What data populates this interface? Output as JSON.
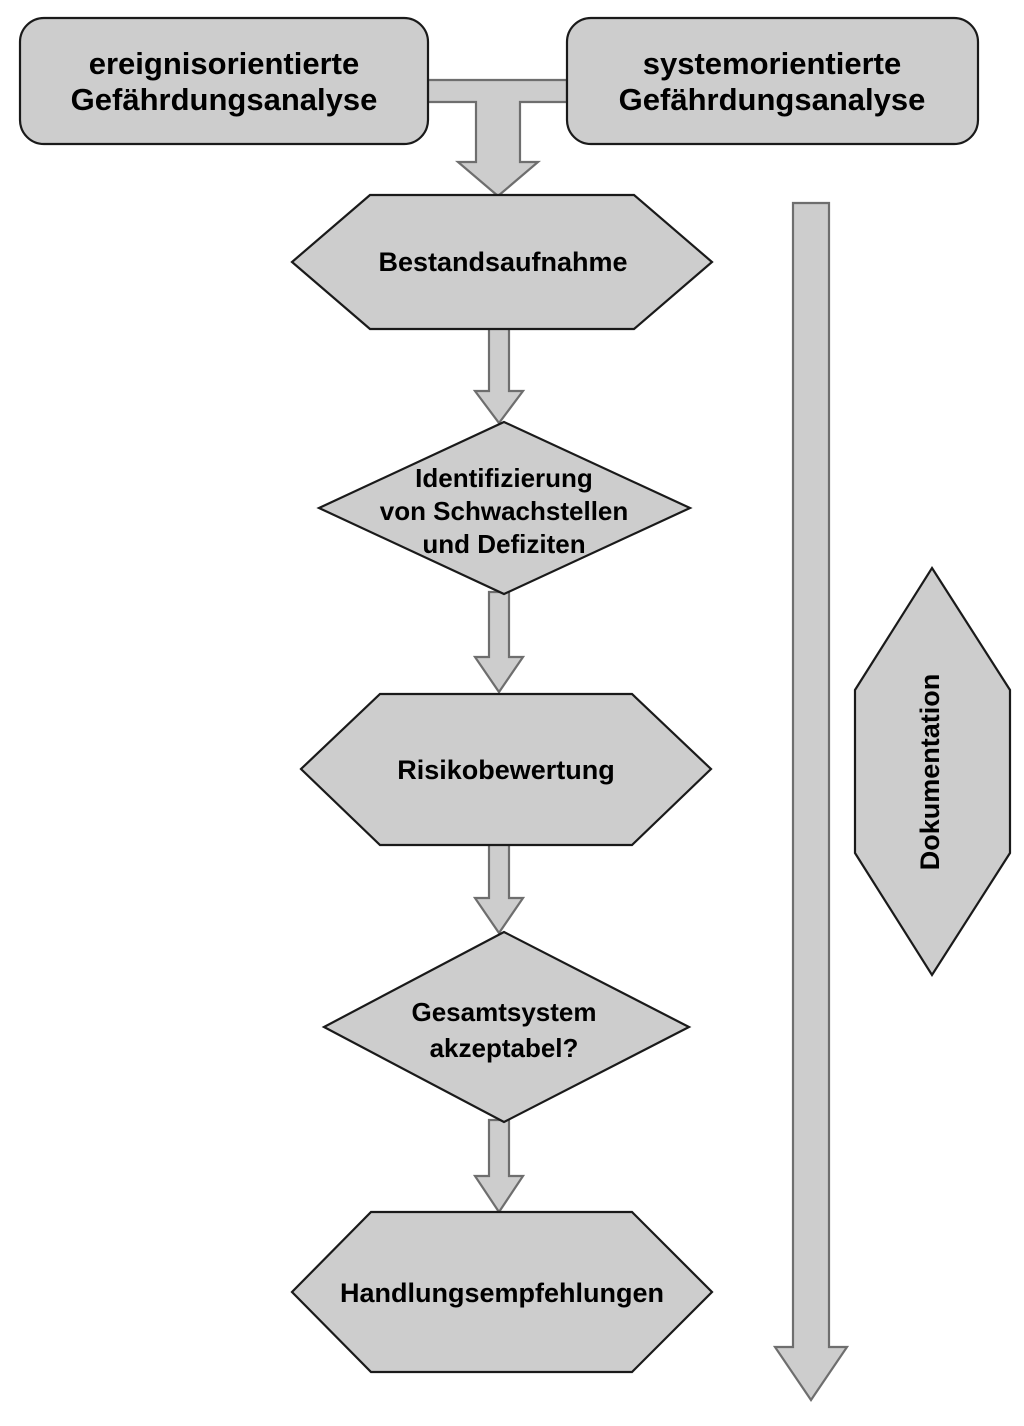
{
  "diagram": {
    "title": "Gefaehrdungsanalyse Ablaufdiagramm",
    "colors": {
      "shape_fill": "#cdcdcd",
      "shape_stroke": "#1a1a1a",
      "arrow_stroke": "#6e6e6e",
      "background": "#ffffff",
      "text": "#000000"
    },
    "nodes": {
      "input_left": {
        "label_line1": "ereignisorientierte",
        "label_line2": "Gefährdungsanalyse",
        "shape": "rounded-rectangle"
      },
      "input_right": {
        "label_line1": "systemorientierte",
        "label_line2": "Gefährdungsanalyse",
        "shape": "rounded-rectangle"
      },
      "step1": {
        "label": "Bestandsaufnahme",
        "shape": "hexagon"
      },
      "step2": {
        "label_line1": "Identifizierung",
        "label_line2": "von Schwachstellen",
        "label_line3": "und Defiziten",
        "shape": "diamond"
      },
      "step3": {
        "label": "Risikobewertung",
        "shape": "hexagon"
      },
      "step4": {
        "label_line1": "Gesamtsystem",
        "label_line2": "akzeptabel?",
        "shape": "diamond"
      },
      "step5": {
        "label": "Handlungsempfehlungen",
        "shape": "hexagon"
      },
      "sidebar": {
        "label": "Dokumentation",
        "shape": "vertical-hexagon",
        "orientation": "rotated-90"
      }
    },
    "connectors": {
      "merge_to_step1": "fork-down-arrow",
      "step1_to_step2": "down-arrow",
      "step2_to_step3": "down-arrow",
      "step3_to_step4": "down-arrow",
      "step4_to_step5": "down-arrow",
      "documentation_spine": "long-down-arrow"
    }
  }
}
